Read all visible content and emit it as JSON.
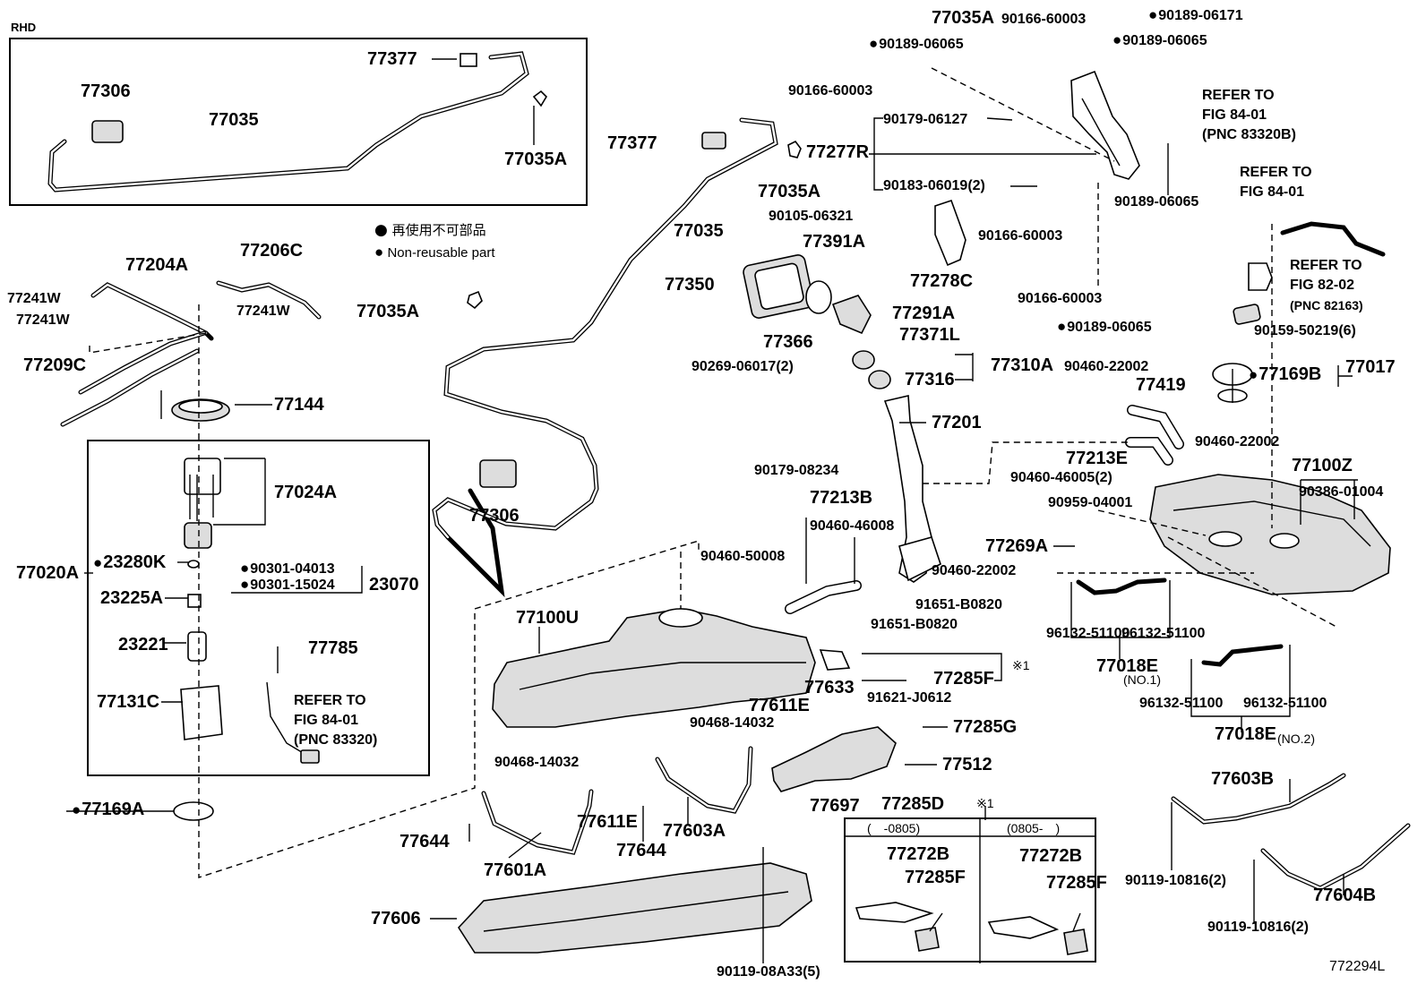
{
  "corner_label": "RHD",
  "diagram_code": "772294L",
  "legend": {
    "jp": "再使用不可部品",
    "en": "Non-reusable part"
  },
  "subpanel": {
    "col1_header": "(　-0805)",
    "col2_header": "(0805-　)",
    "marker": "※1"
  },
  "labels": {
    "l77377_rhd": "77377",
    "l77306_rhd": "77306",
    "l77035_rhd": "77035",
    "l77035A_rhd": "77035A",
    "l77035A_top": "77035A",
    "l90166_60003_a": "90166-60003",
    "l90189_06171": "90189-06171",
    "l90189_06065_a": "90189-06065",
    "l90189_06065_b": "90189-06065",
    "l90166_60003_b": "90166-60003",
    "l90179_06127": "90179-06127",
    "l77277R": "77277R",
    "l90183_06019": "90183-06019(2)",
    "l90189_06065_c": "90189-06065",
    "l77377_mid": "77377",
    "l77035A_mid": "77035A",
    "l77035_mid": "77035",
    "l90105_06321": "90105-06321",
    "l90166_60003_c": "90166-60003",
    "l90166_60003_d": "90166-60003",
    "l90189_06065_d": "90189-06065",
    "l77204A": "77204A",
    "l77206C": "77206C",
    "l77241W_a": "77241W",
    "l77241W_b": "77241W",
    "l77241W_c": "77241W",
    "l77209C": "77209C",
    "l77144": "77144",
    "l77391A": "77391A",
    "l77350": "77350",
    "l77278C": "77278C",
    "l77035A_left": "77035A",
    "l77291A": "77291A",
    "l77366": "77366",
    "l77371L": "77371L",
    "l90269_06017": "90269-06017(2)",
    "l77316": "77316",
    "l77310A": "77310A",
    "l90460_22002_a": "90460-22002",
    "l77419": "77419",
    "l77201": "77201",
    "l90179_08234": "90179-08234",
    "l77213E": "77213E",
    "l90460_46005": "90460-46005(2)",
    "l90460_22002_b": "90460-22002",
    "l77100Z": "77100Z",
    "l90386_01004": "90386-01004",
    "l77213B": "77213B",
    "l90460_46008": "90460-46008",
    "l90959_04001": "90959-04001",
    "l77269A": "77269A",
    "l90460_22002_c": "90460-22002",
    "l90460_50008": "90460-50008",
    "l91651_B0820_a": "91651-B0820",
    "l91651_B0820_b": "91651-B0820",
    "l77024A": "77024A",
    "l77306_mid": "77306",
    "l77020A": "77020A",
    "l23280K": "23280K",
    "l90301_04013": "90301-04013",
    "l90301_15024": "90301-15024",
    "l23070": "23070",
    "l23225A": "23225A",
    "l77100U": "77100U",
    "l96132_a": "96132-51100",
    "l96132_b": "96132-51100",
    "l77018E_1": "77018E",
    "l77018E_1n": "(NO.1)",
    "l23221": "23221",
    "l77785": "77785",
    "l77285F_a": "77285F",
    "l77285F_mark": "※1",
    "l77633": "77633",
    "l91621_J0612": "91621-J0612",
    "l77131C": "77131C",
    "l77611E_a": "77611E",
    "l90468_14032_a": "90468-14032",
    "l77285G": "77285G",
    "l96132_c": "96132-51100",
    "l96132_d": "96132-51100",
    "l77018E_2": "77018E",
    "l77018E_2n": "(NO.2)",
    "l90468_14032_b": "90468-14032",
    "l77512": "77512",
    "l77603B": "77603B",
    "l77169A": "77169A",
    "l77611E_b": "77611E",
    "l77697": "77697",
    "l77285D": "77285D",
    "l77603A": "77603A",
    "l77644_a": "77644",
    "l77644_b": "77644",
    "l77601A": "77601A",
    "l90119_10816_a": "90119-10816(2)",
    "l77604B": "77604B",
    "l77272B_a": "77272B",
    "l77285F_b": "77285F",
    "l77272B_b": "77272B",
    "l77285F_c": "77285F",
    "l77606": "77606",
    "l90119_08A33": "90119-08A33(5)",
    "l90119_10816_b": "90119-10816(2)",
    "l77169B": "77169B",
    "l77017": "77017",
    "l90159_50219": "90159-50219(6)"
  },
  "refer_notes": {
    "r1": [
      "REFER TO",
      "FIG 84-01",
      "(PNC 83320B)"
    ],
    "r2": [
      "REFER TO",
      "FIG 84-01"
    ],
    "r3": [
      "REFER TO",
      "FIG 82-02",
      "(PNC 82163)"
    ],
    "r4": [
      "REFER TO",
      "FIG 84-01",
      "(PNC 83320)"
    ]
  }
}
